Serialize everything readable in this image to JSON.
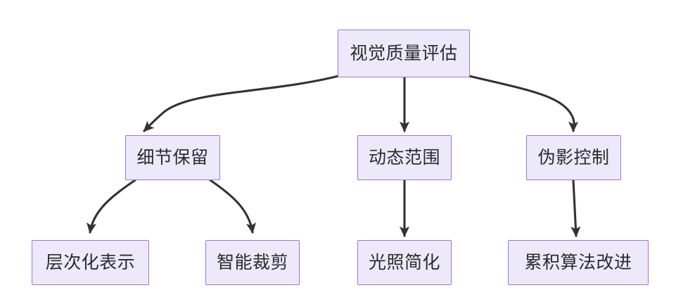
{
  "diagram": {
    "type": "flowchart-tree",
    "direction": "top-down",
    "background_color": "#ffffff",
    "node_fill_color": "#ece9fb",
    "node_border_color": "#9a76d8",
    "edge_color": "#333333",
    "text_color": "#2b2b2b",
    "nodes": [
      {
        "id": "root",
        "label": "视觉质量评估",
        "level": 1
      },
      {
        "id": "detail",
        "label": "细节保留",
        "level": 2
      },
      {
        "id": "dynamic",
        "label": "动态范围",
        "level": 2
      },
      {
        "id": "artifact",
        "label": "伪影控制",
        "level": 2
      },
      {
        "id": "hier",
        "label": "层次化表示",
        "level": 3
      },
      {
        "id": "crop",
        "label": "智能裁剪",
        "level": 3
      },
      {
        "id": "light",
        "label": "光照简化",
        "level": 3
      },
      {
        "id": "accum",
        "label": "累积算法改进",
        "level": 3
      }
    ],
    "edges": [
      {
        "from": "root",
        "to": "detail",
        "style": "curved",
        "arrow": true
      },
      {
        "from": "root",
        "to": "dynamic",
        "style": "straight",
        "arrow": true
      },
      {
        "from": "root",
        "to": "artifact",
        "style": "curved",
        "arrow": true
      },
      {
        "from": "detail",
        "to": "hier",
        "style": "curved",
        "arrow": true
      },
      {
        "from": "detail",
        "to": "crop",
        "style": "curved",
        "arrow": true
      },
      {
        "from": "dynamic",
        "to": "light",
        "style": "straight",
        "arrow": true
      },
      {
        "from": "artifact",
        "to": "accum",
        "style": "straight",
        "arrow": true
      }
    ]
  }
}
